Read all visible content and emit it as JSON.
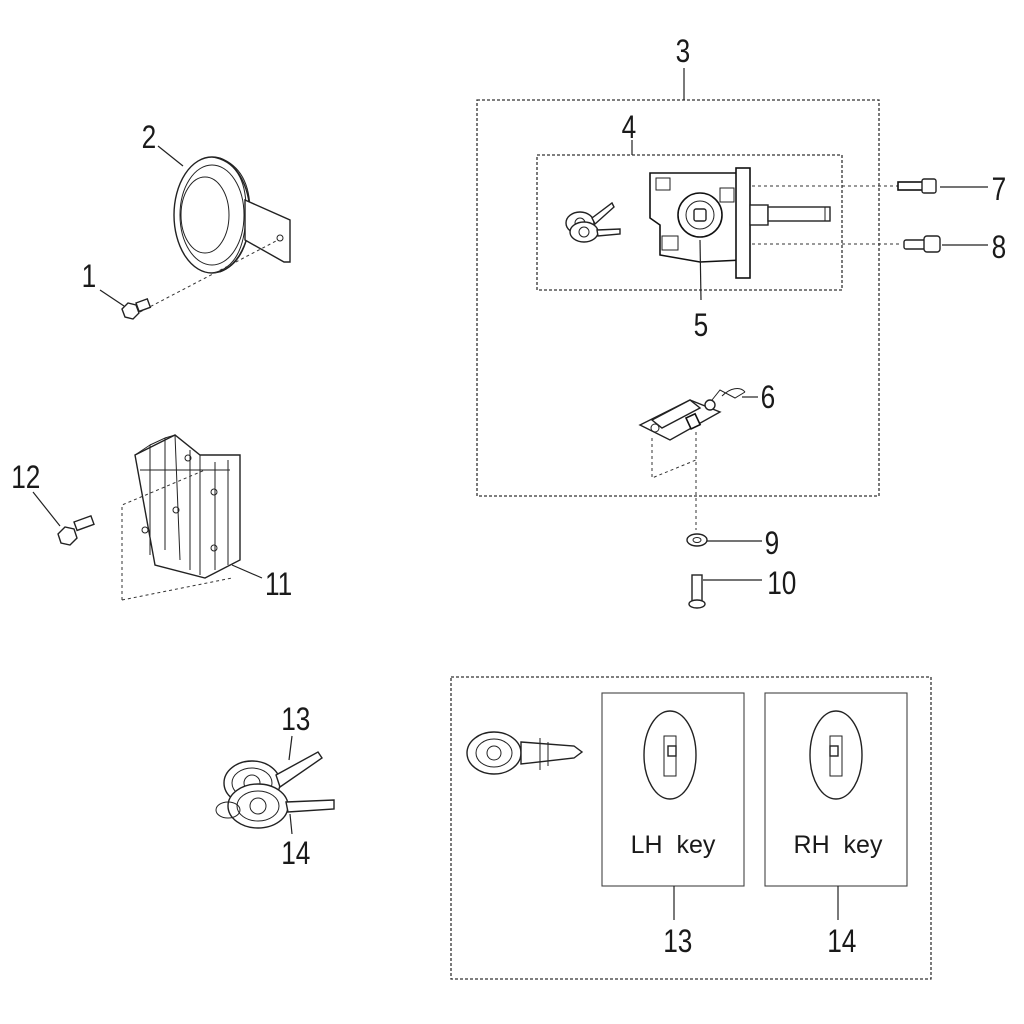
{
  "callouts": {
    "c1": "1",
    "c2": "2",
    "c3": "3",
    "c4": "4",
    "c5": "5",
    "c6": "6",
    "c7": "7",
    "c8": "8",
    "c9": "9",
    "c10": "10",
    "c11": "11",
    "c12": "12",
    "c13a": "13",
    "c14a": "14",
    "c13b": "13",
    "c14b": "14"
  },
  "key_boxes": {
    "left": "LH  key",
    "right": "RH  key"
  }
}
